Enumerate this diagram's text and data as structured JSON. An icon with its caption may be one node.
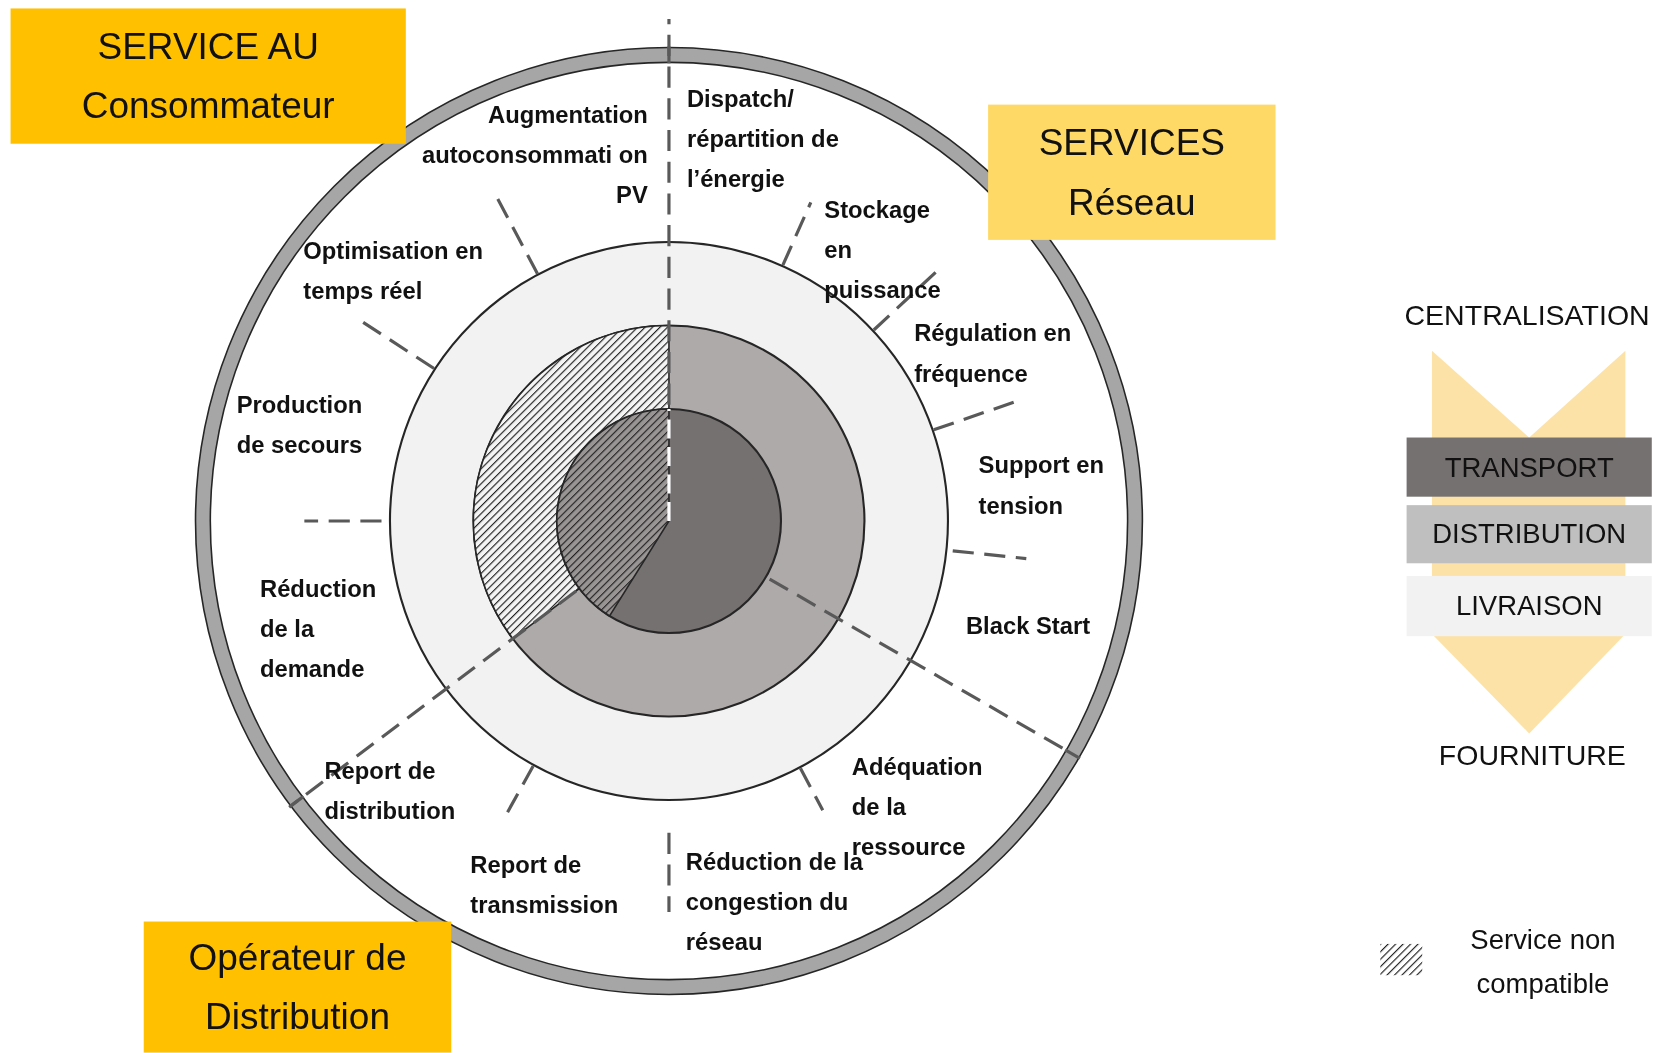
{
  "diagram": {
    "nodes": [
      {
        "text": [
          "SERVICE AU Consommateur"
        ]
      },
      {
        "text": [
          "SERVICES Réseau"
        ]
      },
      {
        "text": [
          "Opérateur de Distribution"
        ]
      },
      {
        "text": [
          "TRANSPORT"
        ]
      },
      {
        "text": [
          "DISTRIBUTION"
        ]
      },
      {
        "text": [
          "LIVRAISON"
        ]
      }
    ],
    "labels": [
      "Dispatch/ répartition de l’énergie",
      "Stockage en puissance",
      "Régulation en fréquence",
      "Support en tension",
      "Black Start",
      "Adéquation de la ressource",
      "Réduction de la congestion du réseau",
      "Report de transmission",
      "Report de distribution",
      "Réduction de la demande",
      "Production de secours",
      "Optimisation en temps réel",
      "Augmentation autoconsommati on PV",
      "CENTRALISATION",
      "FOURNITURE"
    ],
    "legend": [
      {
        "text": "Service non compatible"
      }
    ]
  }
}
